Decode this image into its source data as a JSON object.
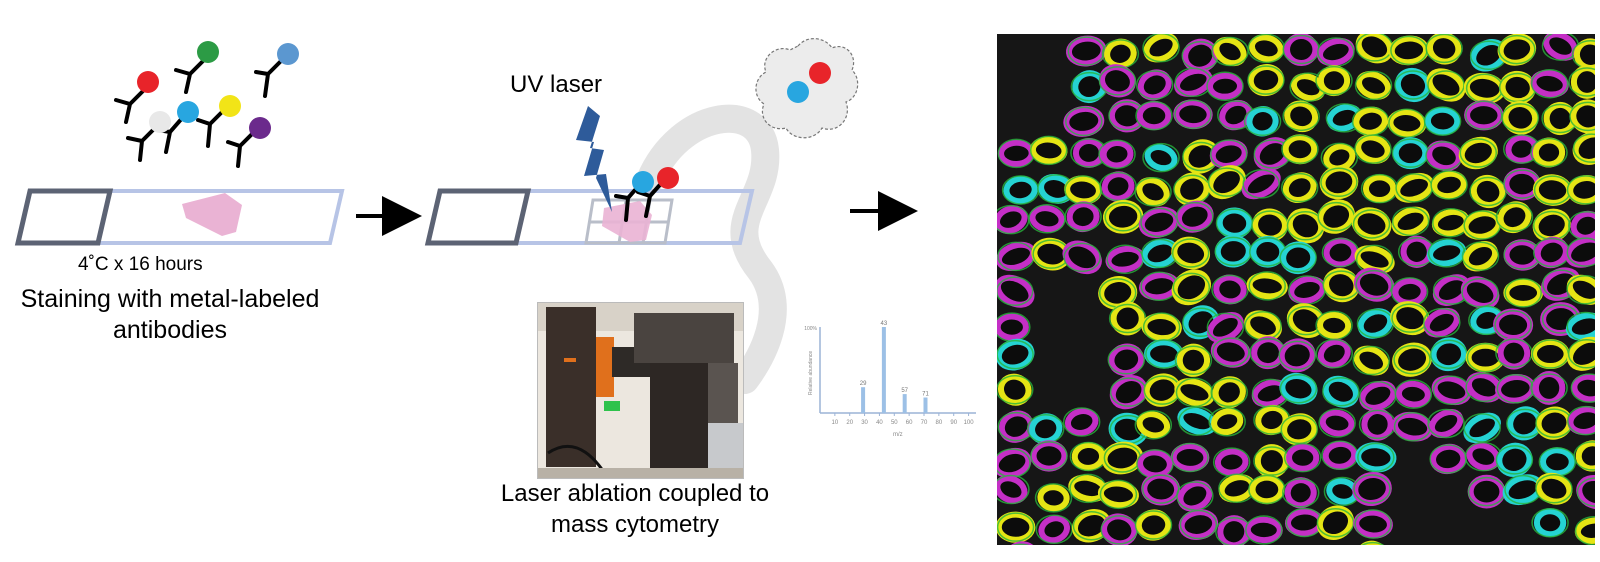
{
  "steps": {
    "staining": {
      "condition": "4˚C x 16 hours",
      "title_line1": "Staining with metal-labeled",
      "title_line2": "antibodies"
    },
    "ablation": {
      "laser_label": "UV laser",
      "title_line1": "Laser ablation coupled to",
      "title_line2": "mass cytometry"
    }
  },
  "icons": [
    "antibody-icon",
    "metal-tag-icon",
    "microscope-slide-icon",
    "tissue-section-icon",
    "uv-laser-bolt-icon",
    "arrow-right-icon",
    "ion-cloud-icon",
    "mass-cytometer-photo",
    "mass-spectrum-plot",
    "tissue-image"
  ],
  "colors": {
    "metal_red": "#e8242a",
    "metal_green": "#2c9b45",
    "metal_blue": "#3b8fd0",
    "metal_cyan": "#28a6e0",
    "metal_yellow": "#f2e417",
    "metal_purple": "#6b2a8c",
    "metal_white": "#e8e8e8",
    "tissue_pink": "#eab3d4",
    "slide_border": "#5c6374",
    "slide_body": "#b7c4e6",
    "laser_blue": "#2e5b9a",
    "tissue_magenta": "#c42fc6",
    "tissue_yellow": "#e5e514",
    "tissue_green": "#28b43c",
    "tissue_cyan": "#25d3d3"
  },
  "spectrum": {
    "ylabel_top": "100%",
    "ylabel": "Relative abundance",
    "xlabel": "m/z",
    "ticks": [
      "10",
      "20",
      "30",
      "40",
      "50",
      "60",
      "70",
      "80",
      "90",
      "100"
    ],
    "peaks": [
      {
        "mz": 29,
        "rel": 0.3,
        "label": "29"
      },
      {
        "mz": 43,
        "rel": 1.0,
        "label": "43"
      },
      {
        "mz": 57,
        "rel": 0.22,
        "label": "57"
      },
      {
        "mz": 71,
        "rel": 0.18,
        "label": "71"
      }
    ]
  }
}
